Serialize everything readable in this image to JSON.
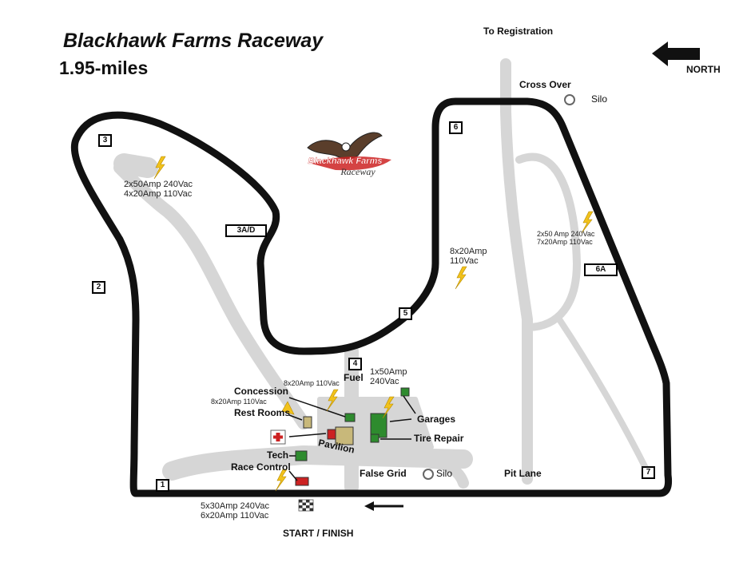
{
  "header": {
    "title": "Blackhawk Farms Raceway",
    "length": "1.95-miles"
  },
  "logo": {
    "line1": "Blackhawk Farms",
    "line2": "Raceway"
  },
  "compass": {
    "label": "NORTH"
  },
  "labels": {
    "to_registration": "To Registration",
    "cross_over": "Cross Over",
    "silo_top": "Silo",
    "concession": "Concession",
    "fuel": "Fuel",
    "rest_rooms": "Rest Rooms",
    "garages": "Garages",
    "tire_repair": "Tire Repair",
    "pavilion": "Pavilion",
    "tech": "Tech",
    "race_control": "Race Control",
    "false_grid": "False Grid",
    "silo_bottom": "Silo",
    "pit_lane": "Pit Lane",
    "start_finish": "START / FINISH"
  },
  "turns": [
    "1",
    "2",
    "3",
    "3A/D",
    "4",
    "5",
    "6",
    "6A",
    "7"
  ],
  "power": {
    "turn3": [
      "2x50Amp 240Vac",
      "4x20Amp 110Vac"
    ],
    "turn5": [
      "8x20Amp",
      "110Vac"
    ],
    "turn6a": [
      "2x50 Amp 240Vac",
      "7x20Amp 110Vac"
    ],
    "fuel_area": [
      "8x20Amp 110Vac"
    ],
    "rest_rooms": [
      "8x20Amp 110Vac"
    ],
    "garages": [
      "1x50Amp",
      "240Vac"
    ],
    "start_finish": [
      "5x30Amp 240Vac",
      "6x20Amp 110Vac"
    ]
  },
  "icons": {
    "power": "lightning-bolt-icon",
    "first_aid": "red-cross-icon",
    "start_finish": "checkered-flag-icon",
    "direction": "arrow-left-icon"
  },
  "colors": {
    "track": "#111111",
    "paddock": "#d6d6d6",
    "bolt": "#f2c21b",
    "building_green": "#2e8b2e",
    "building_tan": "#c8b87a",
    "building_red": "#cc2222"
  }
}
